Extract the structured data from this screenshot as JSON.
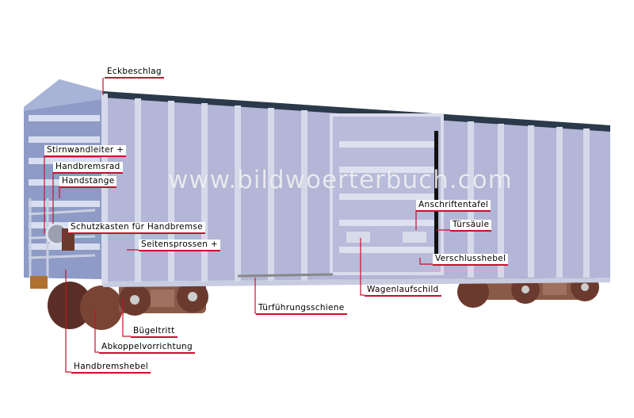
{
  "watermark": "www.bildwoerterbuch.com",
  "labels": {
    "corner_fitting": "Eckbeschlag",
    "end_ladder": "Stirnwandleiter +",
    "hand_brake_wheel": "Handbremsrad",
    "grab_iron": "Handstange",
    "hand_brake_housing": "Schutzkasten für Handbremse",
    "side_ladder": "Seitensprossen +",
    "placard": "Anschriftentafel",
    "door_post": "Türsäule",
    "door_lever": "Verschlusshebel",
    "route_card": "Wagenlaufschild",
    "door_track": "Türführungsschiene",
    "stirrup_step": "Bügeltritt",
    "coupler": "Abkoppelvorrichtung",
    "brake_lever": "Handbremshebel"
  },
  "colors": {
    "body": "#b3b6d6",
    "leader": "#c8102e",
    "roof": "#2b3a4a",
    "wheel": "#6b3a2e"
  }
}
